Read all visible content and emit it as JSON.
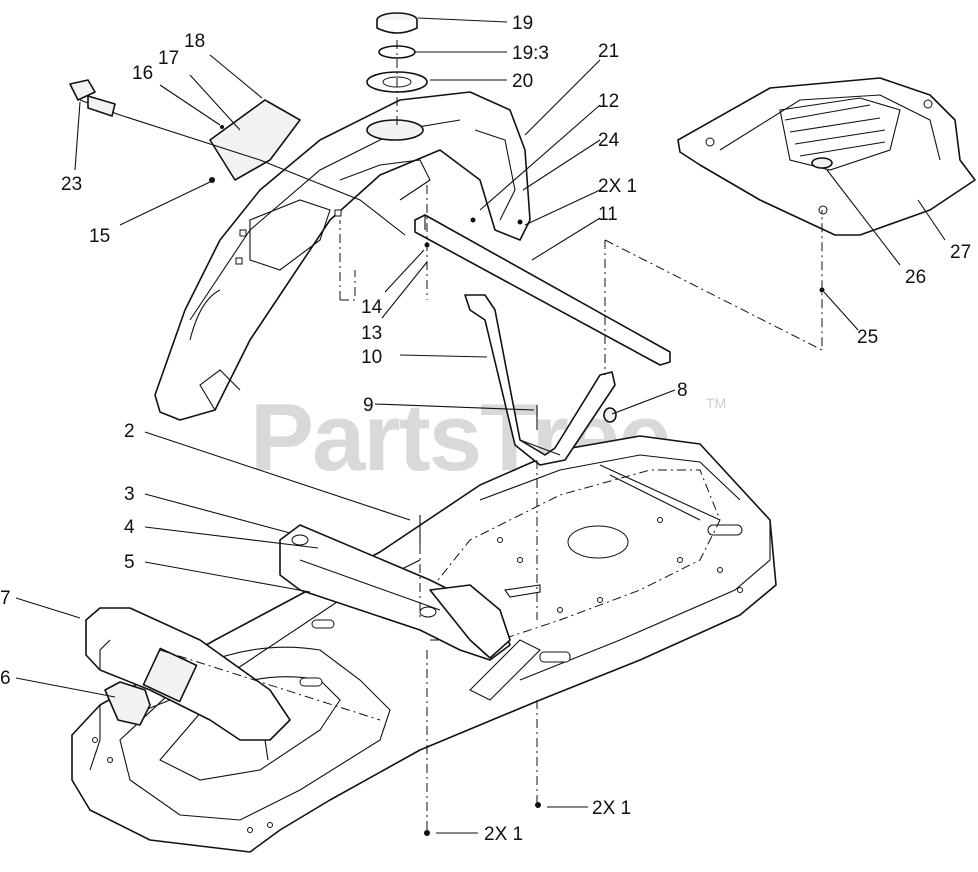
{
  "watermark": {
    "text": "PartsTree",
    "tm": "TM"
  },
  "callouts": [
    {
      "id": "c19",
      "text": "19"
    },
    {
      "id": "c19-3",
      "text": "19:3"
    },
    {
      "id": "c20",
      "text": "20"
    },
    {
      "id": "c21",
      "text": "21"
    },
    {
      "id": "c12",
      "text": "12"
    },
    {
      "id": "c24",
      "text": "24"
    },
    {
      "id": "c2x1a",
      "text": "2X 1"
    },
    {
      "id": "c11",
      "text": "11"
    },
    {
      "id": "c18",
      "text": "18"
    },
    {
      "id": "c17",
      "text": "17"
    },
    {
      "id": "c16",
      "text": "16"
    },
    {
      "id": "c23",
      "text": "23"
    },
    {
      "id": "c15",
      "text": "15"
    },
    {
      "id": "c14",
      "text": "14"
    },
    {
      "id": "c13",
      "text": "13"
    },
    {
      "id": "c10",
      "text": "10"
    },
    {
      "id": "c9",
      "text": "9"
    },
    {
      "id": "c8",
      "text": "8"
    },
    {
      "id": "c26",
      "text": "26"
    },
    {
      "id": "c27",
      "text": "27"
    },
    {
      "id": "c25",
      "text": "25"
    },
    {
      "id": "c2",
      "text": "2"
    },
    {
      "id": "c3",
      "text": "3"
    },
    {
      "id": "c4",
      "text": "4"
    },
    {
      "id": "c5",
      "text": "5"
    },
    {
      "id": "c7",
      "text": "7"
    },
    {
      "id": "c6",
      "text": "6"
    },
    {
      "id": "c2x1b",
      "text": "2X 1"
    },
    {
      "id": "c2x1c",
      "text": "2X 1"
    }
  ]
}
